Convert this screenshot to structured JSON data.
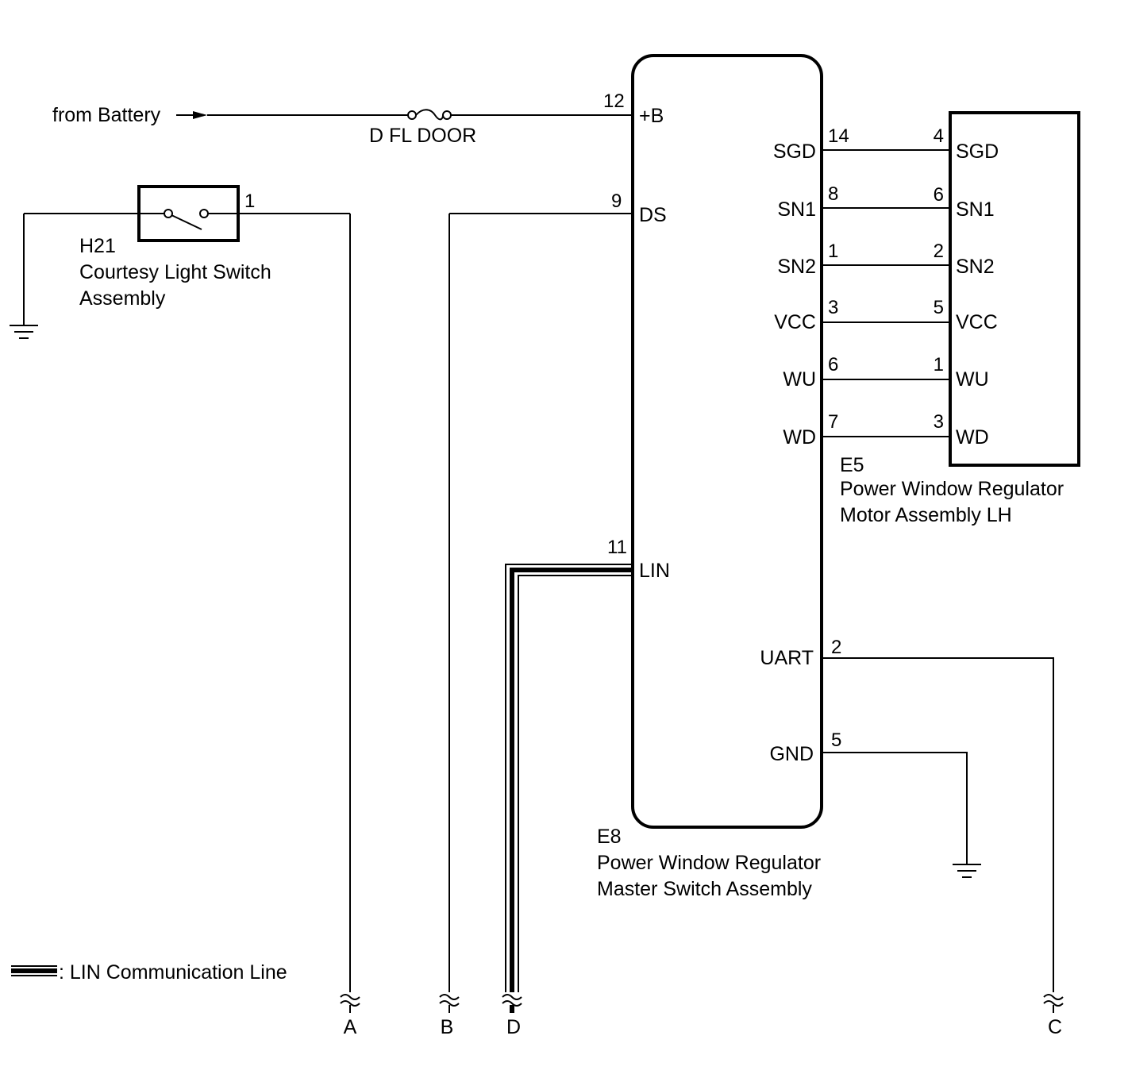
{
  "battery": {
    "label": "from Battery",
    "fuse": "D FL DOOR"
  },
  "courtesy_switch": {
    "code": "H21",
    "name_line1": "Courtesy Light Switch",
    "name_line2": "Assembly",
    "pin": "1"
  },
  "master_switch": {
    "code": "E8",
    "name_line1": "Power Window Regulator",
    "name_line2": "Master Switch Assembly",
    "left_pins": [
      {
        "pin": "12",
        "label": "+B"
      },
      {
        "pin": "9",
        "label": "DS"
      },
      {
        "pin": "11",
        "label": "LIN"
      }
    ],
    "right_pins": [
      {
        "pin": "14",
        "label": "SGD"
      },
      {
        "pin": "8",
        "label": "SN1"
      },
      {
        "pin": "1",
        "label": "SN2"
      },
      {
        "pin": "3",
        "label": "VCC"
      },
      {
        "pin": "6",
        "label": "WU"
      },
      {
        "pin": "7",
        "label": "WD"
      },
      {
        "pin": "2",
        "label": "UART"
      },
      {
        "pin": "5",
        "label": "GND"
      }
    ]
  },
  "motor": {
    "code": "E5",
    "name_line1": "Power Window Regulator",
    "name_line2": "Motor Assembly LH",
    "pins": [
      {
        "pin": "4",
        "label": "SGD"
      },
      {
        "pin": "6",
        "label": "SN1"
      },
      {
        "pin": "2",
        "label": "SN2"
      },
      {
        "pin": "5",
        "label": "VCC"
      },
      {
        "pin": "1",
        "label": "WU"
      },
      {
        "pin": "3",
        "label": "WD"
      }
    ]
  },
  "legend": {
    "text": ": LIN Communication Line"
  },
  "terminals": [
    "A",
    "B",
    "D",
    "C"
  ]
}
